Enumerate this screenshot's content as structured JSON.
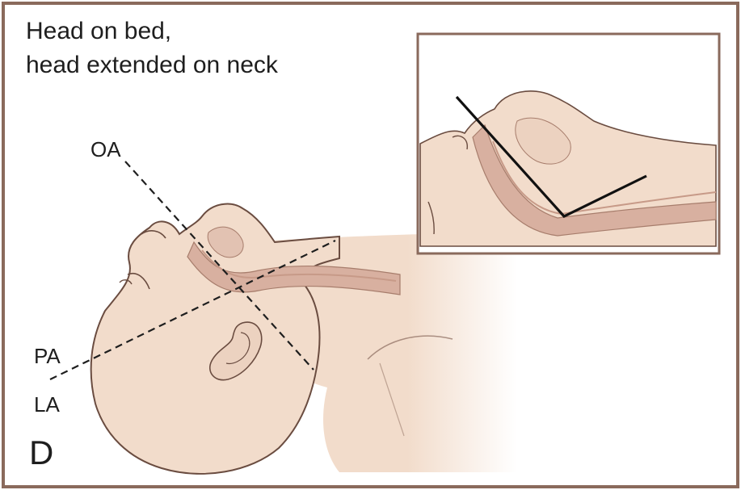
{
  "figure": {
    "caption": {
      "line1": "Head on bed,",
      "line2": "head extended on neck"
    },
    "axis_labels": {
      "oa": "OA",
      "pa": "PA",
      "la": "LA"
    },
    "panel_letter": "D",
    "colors": {
      "frame": "#8a6a5c",
      "skin": "#f2dccb",
      "airway": "#d8b0a0",
      "airway_dark": "#c79a88",
      "outline": "#6a4c40",
      "dashed_axis": "#1e1e1e",
      "inset_axis": "#111111"
    },
    "icons": {
      "head": "head-profile-illustration",
      "inset": "airway-axes-inset"
    }
  }
}
